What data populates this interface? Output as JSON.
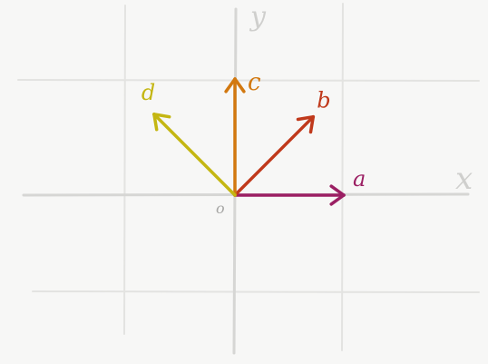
{
  "diagram": {
    "axis_labels": {
      "x": "x",
      "y": "y",
      "origin": "o"
    },
    "vectors": [
      {
        "label": "a",
        "angle_deg": 0,
        "color": "#9b1f63"
      },
      {
        "label": "b",
        "angle_deg": 45,
        "color": "#c0391b"
      },
      {
        "label": "c",
        "angle_deg": 90,
        "color": "#d2780f"
      },
      {
        "label": "d",
        "angle_deg": 135,
        "color": "#c4b612"
      }
    ],
    "colors": {
      "background": "#f7f7f6",
      "grid": "#e3e3e1",
      "axis": "#d6d6d4",
      "axis_label": "#cfcfcd",
      "origin_label": "#a6a6a4"
    }
  }
}
